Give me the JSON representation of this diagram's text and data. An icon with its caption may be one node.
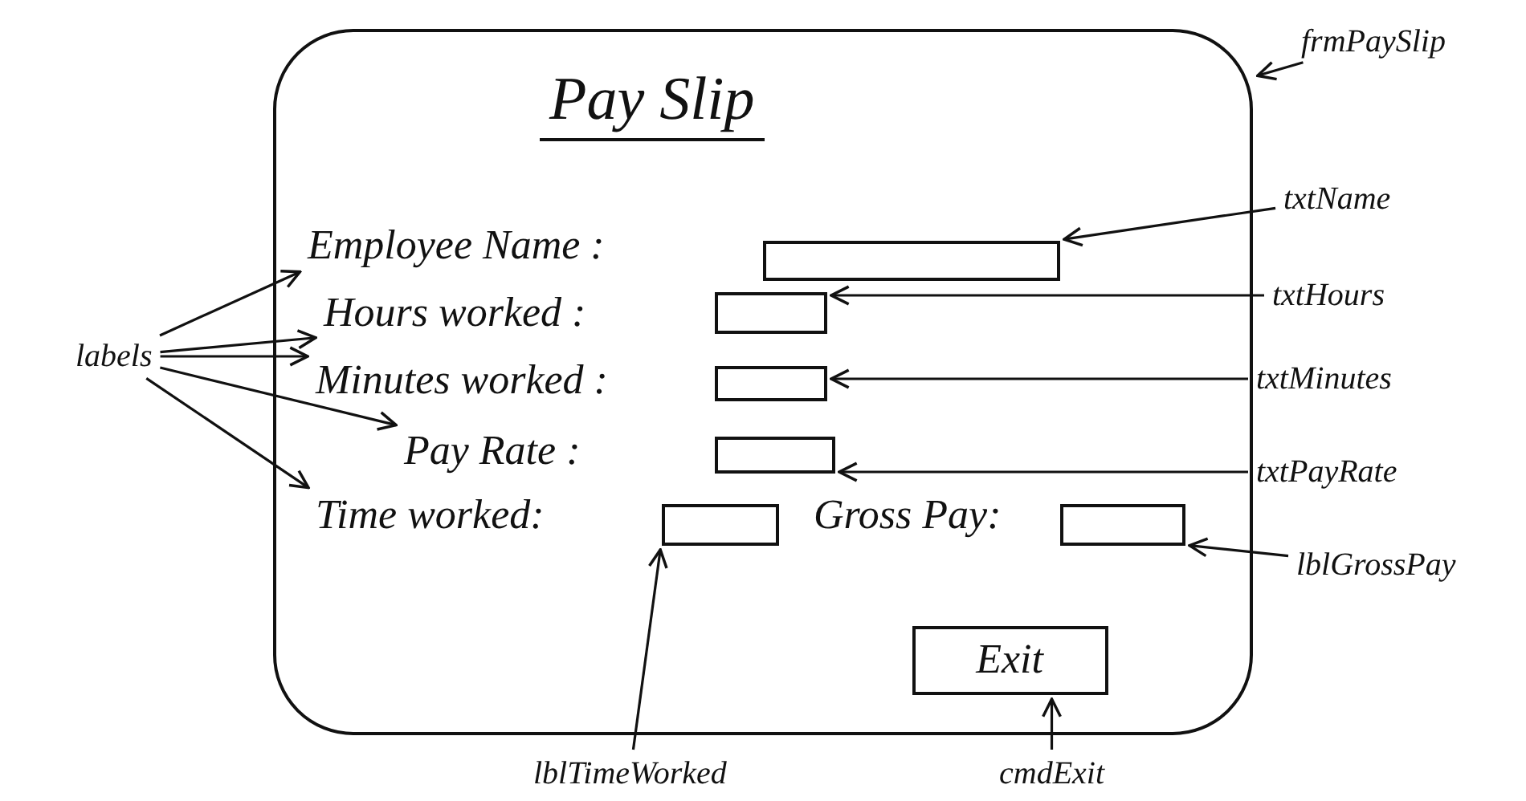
{
  "diagram": {
    "nodes": [
      {
        "text": [
          "Pay Slip"
        ]
      },
      {
        "text": [
          "Employee Name :"
        ],
        "in": 0
      },
      {
        "text": [],
        "shape": "box",
        "in": 0
      },
      {
        "text": [
          "Hours worked :"
        ],
        "in": 0
      },
      {
        "text": [],
        "shape": "box",
        "in": 0
      },
      {
        "text": [
          "Minutes worked :"
        ],
        "in": 0
      },
      {
        "text": [],
        "shape": "box",
        "in": 0
      },
      {
        "text": [
          "Pay Rate :"
        ],
        "in": 0
      },
      {
        "text": [],
        "shape": "box",
        "in": 0
      },
      {
        "text": [
          "Time worked:"
        ],
        "in": 0
      },
      {
        "text": [],
        "shape": "box",
        "in": 0
      },
      {
        "text": [
          "Gross Pay:"
        ],
        "in": 0
      },
      {
        "text": [],
        "shape": "box",
        "in": 0
      },
      {
        "text": [
          "Exit"
        ],
        "in": 0
      },
      {
        "text": [
          "labels"
        ]
      },
      {
        "text": [
          "frmPaySlip"
        ]
      },
      {
        "text": [
          "txtName"
        ]
      },
      {
        "text": [
          "txtHours"
        ]
      },
      {
        "text": [
          "txtMinutes"
        ]
      },
      {
        "text": [
          "txtPayRate"
        ]
      },
      {
        "text": [
          "lblGrossPay"
        ]
      },
      {
        "text": [
          "lblTimeWorked"
        ]
      },
      {
        "text": [
          "cmdExit"
        ]
      }
    ],
    "edges": [
      {
        "from": 14,
        "to": 1,
        "arrow": "to"
      },
      {
        "from": 14,
        "to": 3,
        "arrow": "to"
      },
      {
        "from": 14,
        "to": 5,
        "arrow": "to"
      },
      {
        "from": 14,
        "to": 7,
        "arrow": "to"
      },
      {
        "from": 14,
        "to": 9,
        "arrow": "to"
      },
      {
        "from": 15,
        "to": 0,
        "arrow": "to"
      },
      {
        "from": 16,
        "to": 2,
        "arrow": "to"
      },
      {
        "from": 17,
        "to": 4,
        "arrow": "to"
      },
      {
        "from": 18,
        "to": 6,
        "arrow": "to"
      },
      {
        "from": 19,
        "to": 8,
        "arrow": "to"
      },
      {
        "from": 20,
        "to": 12,
        "arrow": "to"
      },
      {
        "from": 21,
        "to": 10,
        "arrow": "to"
      },
      {
        "from": 22,
        "to": 13,
        "arrow": "to"
      }
    ]
  }
}
